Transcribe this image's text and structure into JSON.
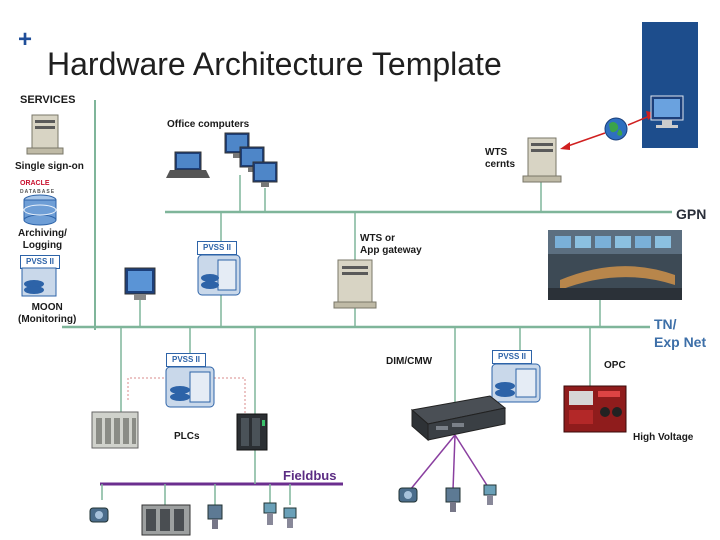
{
  "header": {
    "plus_symbol": "+",
    "title": "Hardware Architecture Template"
  },
  "labels": {
    "services": "SERVICES",
    "office_computers": "Office computers",
    "single_sign_on": "Single sign-on",
    "oracle_brand": "ORACLE",
    "oracle_sub": "DATABASE",
    "archiving_logging_line1": "Archiving/",
    "archiving_logging_line2": "Logging",
    "pvss": "PVSS II",
    "moon_line1": "MOON",
    "moon_line2": "(Monitoring)",
    "wts_cernts_line1": "WTS",
    "wts_cernts_line2": "cernts",
    "wts_gateway_line1": "WTS or",
    "wts_gateway_line2": "App gateway",
    "dim_cmw": "DIM/CMW",
    "opc": "OPC",
    "plcs": "PLCs",
    "high_voltage": "High Voltage"
  },
  "networks": {
    "gpn": "GPN",
    "tn_line1": "TN/",
    "tn_line2": "Exp Net",
    "fieldbus": "Fieldbus"
  },
  "colors": {
    "accent_blue": "#1f4e99",
    "network_line": "#7fb59a",
    "network_label_blue": "#3d6fa8",
    "fieldbus_purple": "#6b2f8f",
    "side_panel": "#1d4d8c",
    "link_red": "#d02020"
  },
  "icons": [
    "server-icon",
    "monitor-icon",
    "laptop-icon",
    "database-icon",
    "globe-icon",
    "plc-icon",
    "rack-unit-icon",
    "sensor-icon",
    "control-room-photo",
    "high-voltage-unit-icon"
  ]
}
